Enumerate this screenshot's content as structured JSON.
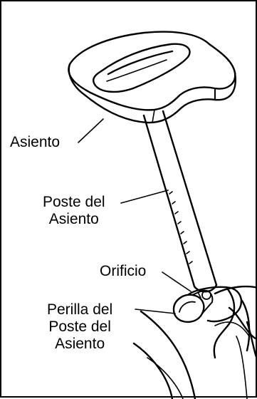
{
  "labels": {
    "asiento": "Asiento",
    "poste": [
      "Poste del",
      "Asiento"
    ],
    "orificio": "Orificio",
    "perilla": [
      "Perilla del",
      "Poste del",
      "Asiento"
    ]
  }
}
